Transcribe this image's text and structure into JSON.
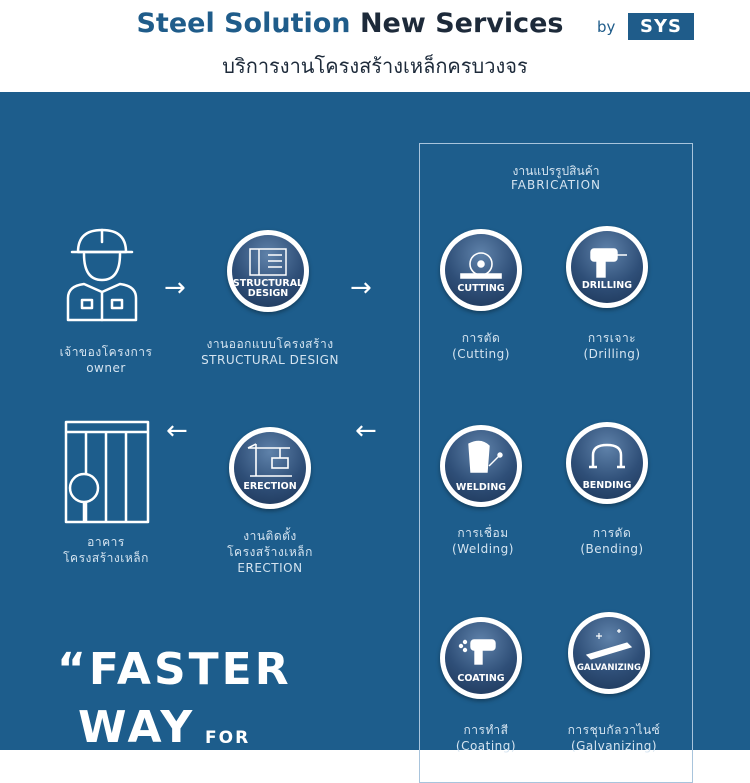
{
  "header": {
    "title_part1": "Steel Solution",
    "title_part2": "New Services",
    "by": "by",
    "logo_text": "SYS",
    "subtitle": "บริการงานโครงสร้างเหล็กครบวงจร"
  },
  "flow": {
    "owner": {
      "th": "เจ้าของโครงการ",
      "en": "owner"
    },
    "design": {
      "badge": "STRUCTURAL DESIGN",
      "th": "งานออกแบบโครงสร้าง",
      "en": "STRUCTURAL DESIGN"
    },
    "erection": {
      "badge": "ERECTION",
      "th1": "งานติดตั้ง",
      "th2": "โครงสร้างเหล็ก",
      "en": "ERECTION"
    },
    "building": {
      "th1": "อาคาร",
      "th2": "โครงสร้างเหล็ก"
    },
    "arrows": [
      "→",
      "→",
      "←",
      "←"
    ]
  },
  "fabrication": {
    "title_th": "งานแปรรูปสินค้า",
    "title_en": "FABRICATION",
    "items": [
      {
        "badge": "CUTTING",
        "th": "การตัด",
        "en": "(Cutting)",
        "icon": "saw-blade-icon"
      },
      {
        "badge": "DRILLING",
        "th": "การเจาะ",
        "en": "(Drilling)",
        "icon": "drill-icon"
      },
      {
        "badge": "WELDING",
        "th": "การเชื่อม",
        "en": "(Welding)",
        "icon": "welder-icon"
      },
      {
        "badge": "BENDING",
        "th": "การดัด",
        "en": "(Bending)",
        "icon": "bent-beam-icon"
      },
      {
        "badge": "COATING",
        "th": "การทำสี",
        "en": "(Coating)",
        "icon": "spray-gun-icon"
      },
      {
        "badge": "GALVANIZING",
        "th": "การชุบกัลวาไนซ์",
        "en": "(Galvanizing)",
        "icon": "steel-bar-icon"
      }
    ]
  },
  "slogan": {
    "line1": "“FASTER",
    "line2": "WAY",
    "line3": "FOR"
  },
  "colors": {
    "panel": "#1d5d8c",
    "title_blue": "#1f5c8a",
    "caption": "#d5e4f0",
    "badge_dark": "#2f4f78"
  }
}
